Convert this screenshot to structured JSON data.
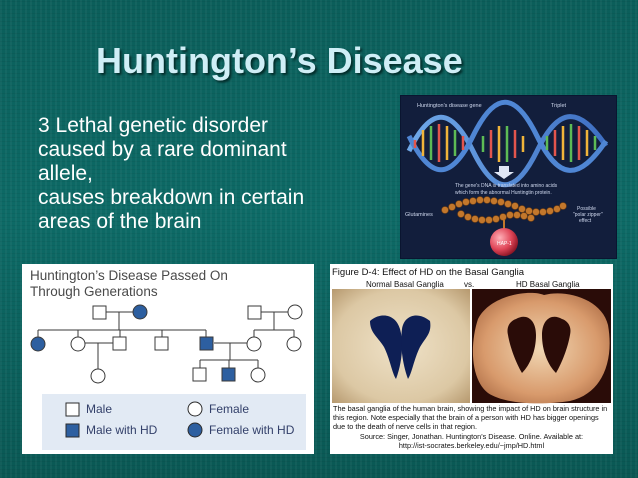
{
  "slide": {
    "title": "Huntington’s Disease",
    "bullets": [
      {
        "lines": [
          "3 Lethal genetic disorder",
          "caused by a rare dominant",
          "allele,"
        ]
      },
      {
        "lines": [
          "causes breakdown in certain",
          "areas of the brain"
        ]
      }
    ]
  },
  "dna_figure": {
    "gene_label": "Huntington's disease gene",
    "triplet_label": "Triplet",
    "caption_lines": [
      "The gene's DNA is translated into amino acids",
      "which form the abnormal Huntingtin protein."
    ],
    "glutamines_label": "Glutamines",
    "effect_label_lines": [
      "Possible",
      "\"polar zipper\"",
      "effect"
    ],
    "protein_label": "HAP-1"
  },
  "pedigree": {
    "title_lines": [
      "Huntington’s Disease Passed On",
      "Through Generations"
    ],
    "legend": {
      "male": "Male",
      "female": "Female",
      "male_hd": "Male with HD",
      "female_hd": "Female with HD"
    }
  },
  "basal_figure": {
    "title": "Figure D-4: Effect of HD on the Basal Ganglia",
    "normal_label": "Normal Basal Ganglia",
    "vs_label": "vs.",
    "hd_label": "HD Basal Ganglia",
    "caption": "The basal ganglia of the human brain, showing the impact of HD on brain structure in this region. Note especially that the brain of a person with HD has bigger openings due to the death of nerve cells in that region.",
    "source_lines": [
      "Source: Singer, Jonathan. Huntington's Disease. Online. Available at:",
      "http://ist-socrates.berkeley.edu/~jmp/HD.html"
    ]
  },
  "colors": {
    "background": "#0b5e5a",
    "title": "#cfeef6",
    "affected": "#2d5fa0",
    "legend_bg": "#e2eaf4"
  }
}
